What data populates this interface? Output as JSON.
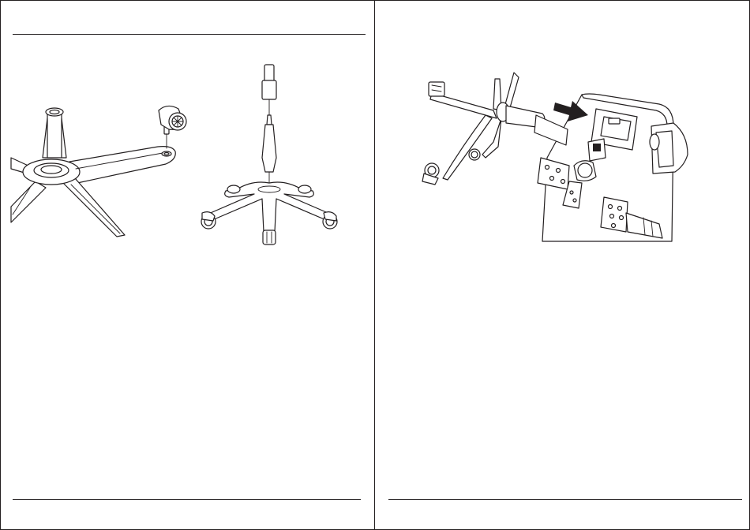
{
  "document": {
    "type": "assembly-instructions",
    "pages": [
      {
        "id": "left",
        "figures": [
          {
            "icon": "wheel-base-caster-icon"
          },
          {
            "icon": "gas-lift-base-icon"
          }
        ]
      },
      {
        "id": "right",
        "figures": [
          {
            "icon": "attach-base-to-seat-icon"
          }
        ]
      }
    ]
  },
  "colors": {
    "ink": "#231f20",
    "paper": "#ffffff"
  }
}
